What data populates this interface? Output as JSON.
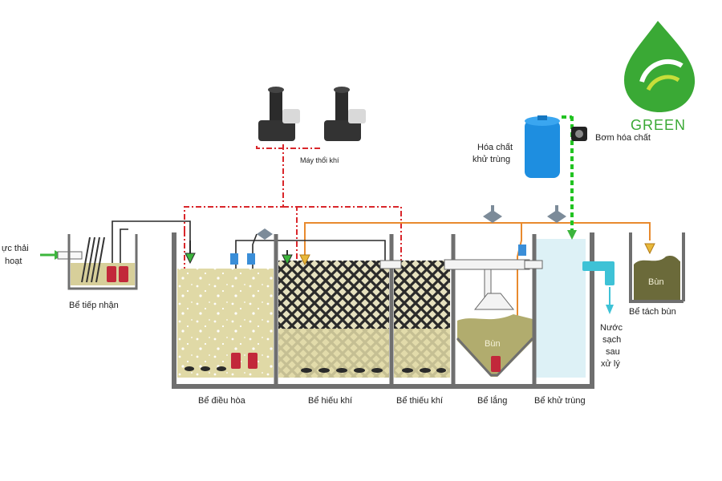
{
  "logo": {
    "text": "GREEN",
    "color": "#3aa935"
  },
  "colors": {
    "air_line": "#d9262b",
    "sludge_line": "#e88a2e",
    "chemical_line": "#22c322",
    "flow_arrow": "#3cb53c",
    "tank_wall": "#6f6f6f",
    "wastewater": "#e3dcae",
    "sludge": "#6b6a3a",
    "clean_water": "#ddf1f6"
  },
  "equipment": {
    "blower_label": "Máy thổi khí",
    "chemical_label_line1": "Hóa chất",
    "chemical_label_line2": "khử trùng",
    "pump_label": "Bơm hóa chất"
  },
  "inlet": {
    "line1": "ực thải",
    "line2": "hoạt"
  },
  "tanks": {
    "receiving": "Bể tiếp nhận",
    "equalization": "Bể điều hòa",
    "aerobic": "Bể hiếu khí",
    "anoxic": "Bể thiếu khí",
    "settling": "Bể lắng",
    "disinfection": "Bể khử trùng",
    "sludge_tank": "Bể tách bùn"
  },
  "sludge_text": "Bùn",
  "outlet": {
    "line1": "Nước",
    "line2": "sạch",
    "line3": "sau",
    "line4": "xử lý"
  }
}
